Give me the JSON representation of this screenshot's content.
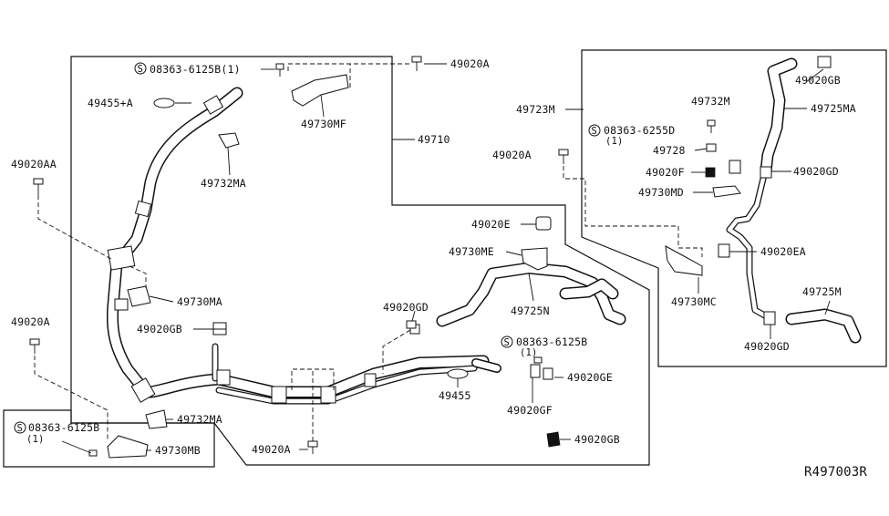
{
  "diagram_ref": "R497003R",
  "labels": {
    "p49020A_top": "49020A",
    "p08363_6125B_top": "08363-6125B(1)",
    "p49455A": "49455+A",
    "p49730MF": "49730MF",
    "p49710": "49710",
    "p49732MA_top": "49732MA",
    "p49020AA": "49020AA",
    "p49730MA": "49730MA",
    "p49020A_left": "49020A",
    "p49020GB_left": "49020GB",
    "p49732MA_bottom": "49732MA",
    "p08363_6125B_left": "08363-6125B",
    "p08363_6125B_left_qty": "(1)",
    "p49730MB": "49730MB",
    "p49020A_bottom": "49020A",
    "p49020E": "49020E",
    "p49730ME": "49730ME",
    "p49020GD_mid": "49020GD",
    "p49725N": "49725N",
    "p08363_6125B_mid": "08363-6125B",
    "p08363_6125B_mid_qty": "(1)",
    "p49020GE": "49020GE",
    "p49455": "49455",
    "p49020GF": "49020GF",
    "p49020GB_bottom": "49020GB",
    "p49723M": "49723M",
    "p49732M": "49732M",
    "p49725MA": "49725MA",
    "p49020GB_right": "49020GB",
    "p08363_6255D": "08363-6255D",
    "p08363_6255D_qty": "(1)",
    "p49728": "49728",
    "p49020A_right": "49020A",
    "p49020F": "49020F",
    "p49020GD_right": "49020GD",
    "p49730MD": "49730MD",
    "p49020EA": "49020EA",
    "p49730MC": "49730MC",
    "p49725M": "49725M",
    "p49020GD_bottom": "49020GD"
  },
  "icons": {
    "screw_symbol": "S",
    "screw_symbol_name": "screw-symbol-icon"
  }
}
